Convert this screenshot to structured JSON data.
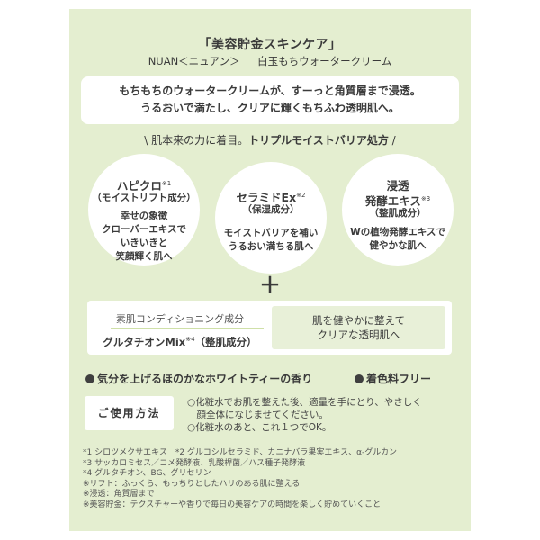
{
  "title": "「美容貯金スキンケア」",
  "product": {
    "brand": "NUAN＜ニュアン＞",
    "name": "白玉もちウォータークリーム"
  },
  "intro": {
    "line1": "もちもちのウォータークリームが、すーっと角質層まで浸透。",
    "line2": "うるおいで満たし、クリアに輝くもちふわ透明肌へ。"
  },
  "triple": {
    "open": "\\ ",
    "lead": "肌本来の力に着目。",
    "emphasis": "トリプルモイストバリア処方",
    "close": " /"
  },
  "circles": [
    {
      "name": "ハピクロ",
      "note": "※1",
      "sub": "（モイストリフト成分）",
      "desc": [
        "幸せの象徴",
        "クローバーエキスで",
        "いきいきと",
        "笑顔輝く肌へ"
      ]
    },
    {
      "name": "セラミドEx",
      "note": "※2",
      "sub": "（保湿成分）",
      "desc": [
        "モイストバリアを補い",
        "うるおい満ちる肌へ"
      ]
    },
    {
      "name_line1": "浸透",
      "name_line2": "発酵エキス",
      "note": "※3",
      "sub": "（整肌成分）",
      "desc": [
        "Wの植物発酵エキスで",
        "健やかな肌へ"
      ]
    }
  ],
  "plus": "＋",
  "conditioning": {
    "label": "素肌コンディショニング成分",
    "name": "グルタチオンMix",
    "note": "※4",
    "suffix": "（整肌成分）",
    "result_line1": "肌を健やかに整えて",
    "result_line2": "クリアな透明肌へ"
  },
  "features": [
    "気分を上げるほのかなホワイトティーの香り",
    "着色料フリー"
  ],
  "usage": {
    "label": "ご使用方法",
    "lines": [
      "○化粧水でお肌を整えた後、適量を手にとり、やさしく",
      "　顔全体になじませてください。",
      "○化粧水のあと、これ１つでOK。"
    ]
  },
  "notes": [
    "*1 シロツメクサエキス　*2 グルコシルセラミド、カニナバラ果実エキス、α-グルカン",
    "*3 サッカロミセス／コメ発酵液、乳酸桿菌／ハス種子発酵液",
    "*4 グルタチオン、BG、グリセリン",
    "※リフト：ふっくら、もっちりとしたハリのある肌に整える",
    "※浸透：角質層まで",
    "※美容貯金：テクスチャーや香りで毎日の美容ケアの時間を楽しく貯めていくこと"
  ],
  "colors": {
    "card_background": "#e4eed0",
    "panel_background": "#ffffff",
    "accent_line": "#cfe0a8",
    "text": "#3a3a3a"
  }
}
